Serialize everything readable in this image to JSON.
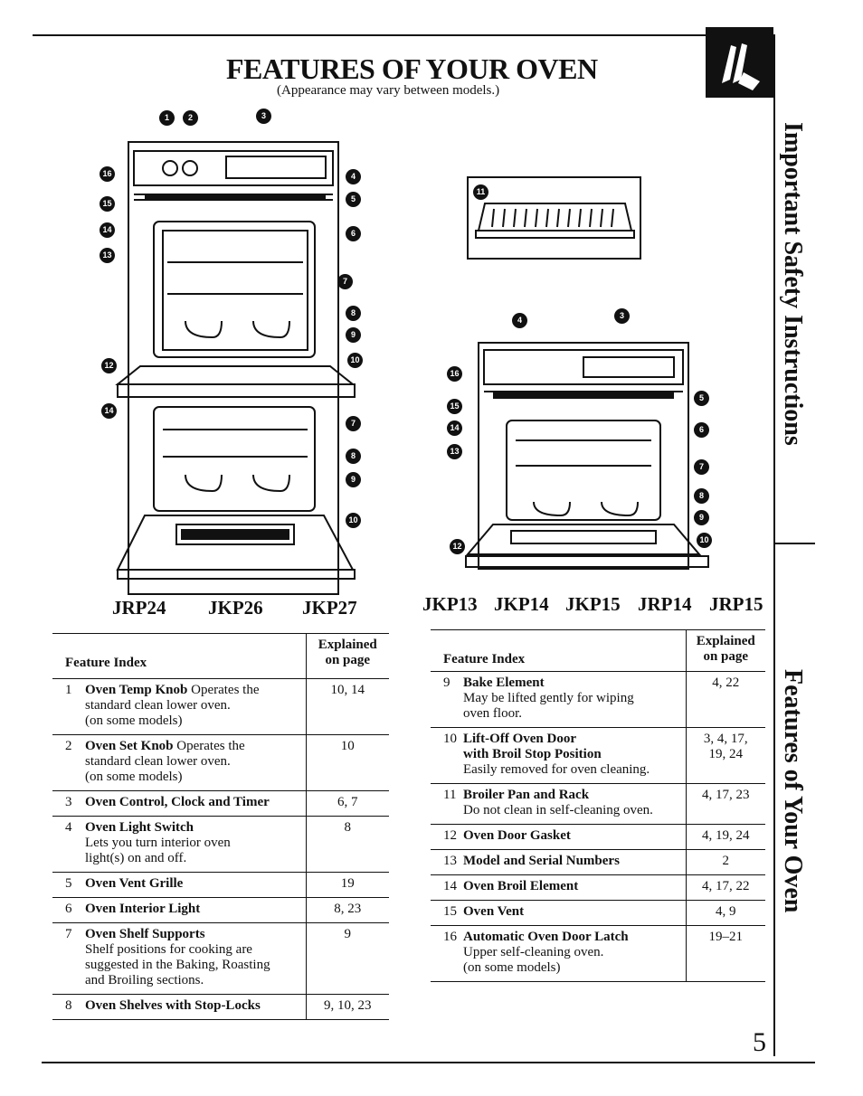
{
  "page": {
    "title": "FEATURES OF YOUR OVEN",
    "subtitle": "(Appearance may vary between models.)",
    "page_number": "5",
    "side_tabs": [
      "Important Safety Instructions",
      "Features of Your Oven"
    ]
  },
  "models_left": [
    "JRP24",
    "JKP26",
    "JKP27"
  ],
  "models_right": [
    "JKP13",
    "JKP14",
    "JKP15",
    "JRP14",
    "JRP15"
  ],
  "table_headers": {
    "feature": "Feature Index",
    "explained_1": "Explained",
    "explained_2": "on page"
  },
  "left_table": [
    {
      "num": "1",
      "name": "Oven Temp Knob",
      "desc_inline": "Operates the",
      "desc": [
        "standard clean lower oven.",
        "(on some models)"
      ],
      "pages": "10, 14"
    },
    {
      "num": "2",
      "name": "Oven Set Knob",
      "desc_inline": "Operates the",
      "desc": [
        "standard clean lower oven.",
        "(on some models)"
      ],
      "pages": "10"
    },
    {
      "num": "3",
      "name": "Oven Control, Clock and Timer",
      "desc_inline": "",
      "desc": [],
      "pages": "6, 7"
    },
    {
      "num": "4",
      "name": "Oven Light Switch",
      "desc_inline": "",
      "desc": [
        "Lets you turn interior oven",
        "light(s) on and off."
      ],
      "pages": "8"
    },
    {
      "num": "5",
      "name": "Oven Vent Grille",
      "desc_inline": "",
      "desc": [],
      "pages": "19"
    },
    {
      "num": "6",
      "name": "Oven Interior Light",
      "desc_inline": "",
      "desc": [],
      "pages": "8, 23"
    },
    {
      "num": "7",
      "name": "Oven Shelf Supports",
      "desc_inline": "",
      "desc": [
        "Shelf positions for cooking are",
        "suggested in the Baking, Roasting",
        "and Broiling sections."
      ],
      "pages": "9"
    },
    {
      "num": "8",
      "name": "Oven Shelves with Stop-Locks",
      "desc_inline": "",
      "desc": [],
      "pages": "9, 10, 23"
    }
  ],
  "right_table": [
    {
      "num": "9",
      "name": "Bake Element",
      "desc_inline": "",
      "desc": [
        "May be lifted gently for wiping",
        "oven floor."
      ],
      "pages": "4, 22"
    },
    {
      "num": "10",
      "name": "Lift-Off Oven Door",
      "name2": "with Broil Stop Position",
      "desc_inline": "",
      "desc": [
        "Easily removed for oven cleaning."
      ],
      "pages": "3, 4, 17,",
      "pages2": "19, 24"
    },
    {
      "num": "11",
      "name": "Broiler Pan and Rack",
      "desc_inline": "",
      "desc": [
        "Do not clean in self-cleaning oven."
      ],
      "pages": "4, 17, 23"
    },
    {
      "num": "12",
      "name": "Oven Door Gasket",
      "desc_inline": "",
      "desc": [],
      "pages": "4, 19, 24"
    },
    {
      "num": "13",
      "name": "Model and Serial Numbers",
      "desc_inline": "",
      "desc": [],
      "pages": "2"
    },
    {
      "num": "14",
      "name": "Oven Broil Element",
      "desc_inline": "",
      "desc": [],
      "pages": "4, 17, 22"
    },
    {
      "num": "15",
      "name": "Oven Vent",
      "desc_inline": "",
      "desc": [],
      "pages": "4, 9"
    },
    {
      "num": "16",
      "name": "Automatic Oven Door Latch",
      "desc_inline": "",
      "desc": [
        "Upper self-cleaning oven.",
        "(on some models)"
      ],
      "pages": "19–21"
    }
  ]
}
